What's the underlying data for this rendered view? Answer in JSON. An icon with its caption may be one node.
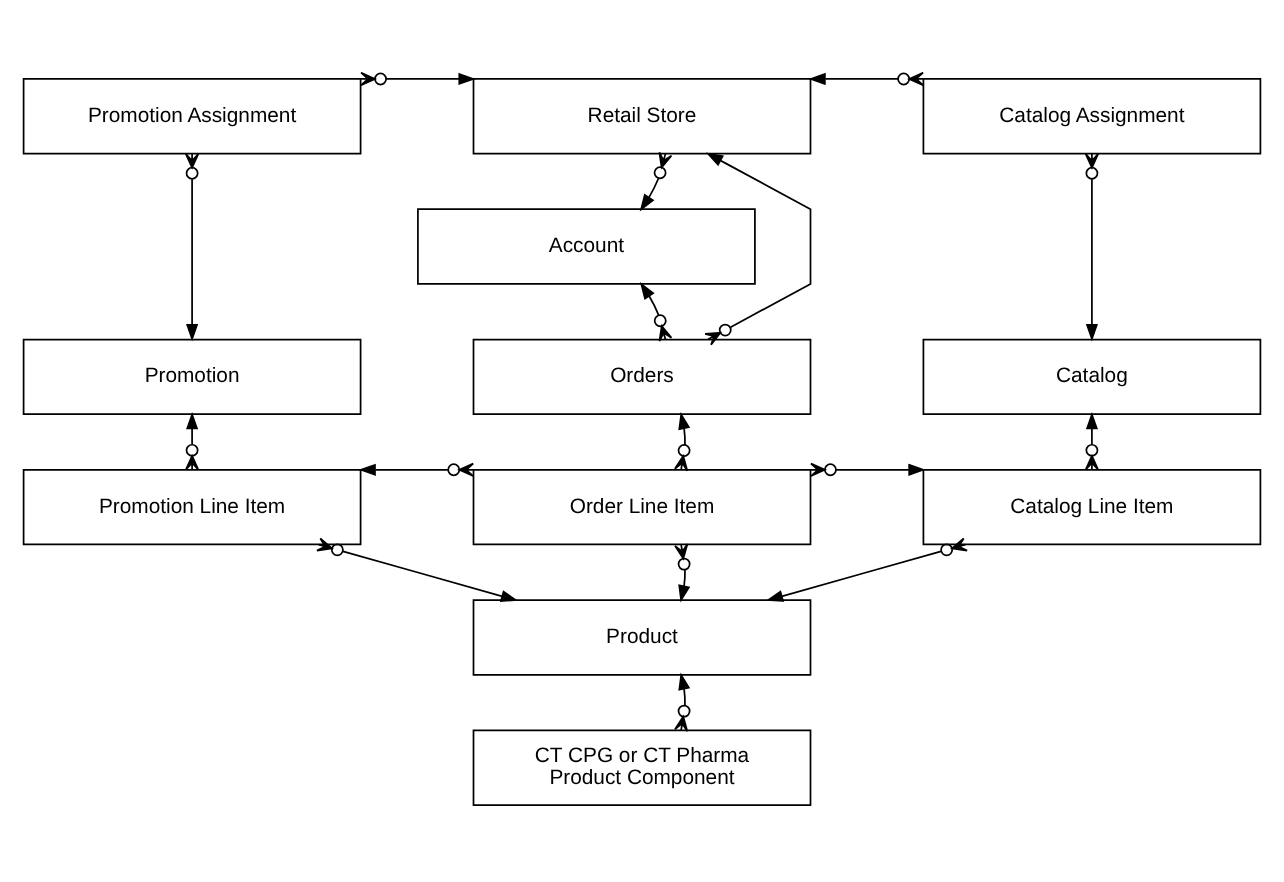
{
  "diagram": {
    "nodes": [
      {
        "text": [
          "Promotion Assignment"
        ]
      },
      {
        "text": [
          "Retail Store"
        ]
      },
      {
        "text": [
          "Catalog Assignment"
        ]
      },
      {
        "text": [
          "Account"
        ]
      },
      {
        "text": [
          "Promotion"
        ]
      },
      {
        "text": [
          "Orders"
        ]
      },
      {
        "text": [
          "Catalog"
        ]
      },
      {
        "text": [
          "Promotion Line Item"
        ]
      },
      {
        "text": [
          "Order Line Item"
        ]
      },
      {
        "text": [
          "Catalog Line Item"
        ]
      },
      {
        "text": [
          "Product"
        ]
      },
      {
        "text": [
          "CT CPG or CT Pharma Product Component"
        ]
      }
    ],
    "edges": [
      {
        "from": 0,
        "to": 1,
        "arrow": "to"
      },
      {
        "from": 2,
        "to": 1,
        "arrow": "to"
      },
      {
        "from": 1,
        "to": 3,
        "arrow": "to"
      },
      {
        "from": 0,
        "to": 4,
        "arrow": "to"
      },
      {
        "from": 5,
        "to": 3,
        "arrow": "to"
      },
      {
        "from": 5,
        "to": 1,
        "arrow": "to"
      },
      {
        "from": 2,
        "to": 6,
        "arrow": "to"
      },
      {
        "from": 7,
        "to": 4,
        "arrow": "to"
      },
      {
        "from": 8,
        "to": 5,
        "arrow": "to"
      },
      {
        "from": 9,
        "to": 6,
        "arrow": "to"
      },
      {
        "from": 8,
        "to": 7,
        "arrow": "to"
      },
      {
        "from": 8,
        "to": 9,
        "arrow": "to"
      },
      {
        "from": 7,
        "to": 10,
        "arrow": "to"
      },
      {
        "from": 8,
        "to": 10,
        "arrow": "to"
      },
      {
        "from": 9,
        "to": 10,
        "arrow": "to"
      },
      {
        "from": 11,
        "to": 10,
        "arrow": "to"
      }
    ]
  }
}
